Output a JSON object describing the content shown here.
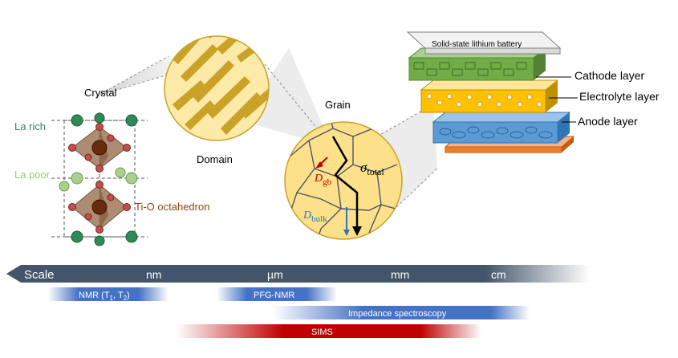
{
  "crystal": {
    "title": "Crystal",
    "la_rich": "La rich",
    "la_poor": "La poor",
    "octahedron": "Ti-O octahedron"
  },
  "domain": {
    "label": "Domain"
  },
  "grain": {
    "label": "Grain",
    "d_gb_main": "D",
    "d_gb_sub": "gb",
    "d_bulk_main": "D",
    "d_bulk_sub": "bulk",
    "sigma_main": "σ",
    "sigma_sub": "total"
  },
  "battery": {
    "top_label": "Solid-state lithium battery",
    "cathode": "Cathode layer",
    "electrolyte": "Electrolyte layer",
    "anode": "Anode layer"
  },
  "scale": {
    "label": "Scale",
    "ticks": [
      "nm",
      "µm",
      "mm",
      "cm"
    ]
  },
  "techniques": {
    "nmr_prefix": "NMR (T",
    "nmr_sub1": "1",
    "nmr_mid": ", T",
    "nmr_sub2": "2",
    "nmr_suffix": ")",
    "pfg": "PFG-NMR",
    "impedance": "Impedance spectroscopy",
    "sims": "SIMS"
  },
  "colors": {
    "la_rich": "#2e8b57",
    "la_poor": "#9acd6a",
    "octahedron": "#8b4513",
    "gb_arrow": "#c00000",
    "bulk_arrow": "#2e75b6",
    "scale_bar": "#44546a",
    "nmr_bar": "#4472c4",
    "sims_bar": "#c00000",
    "cathode": "#70ad47",
    "electrolyte": "#ffc000",
    "anode": "#5b9bd5",
    "collector": "#ed7d31"
  }
}
